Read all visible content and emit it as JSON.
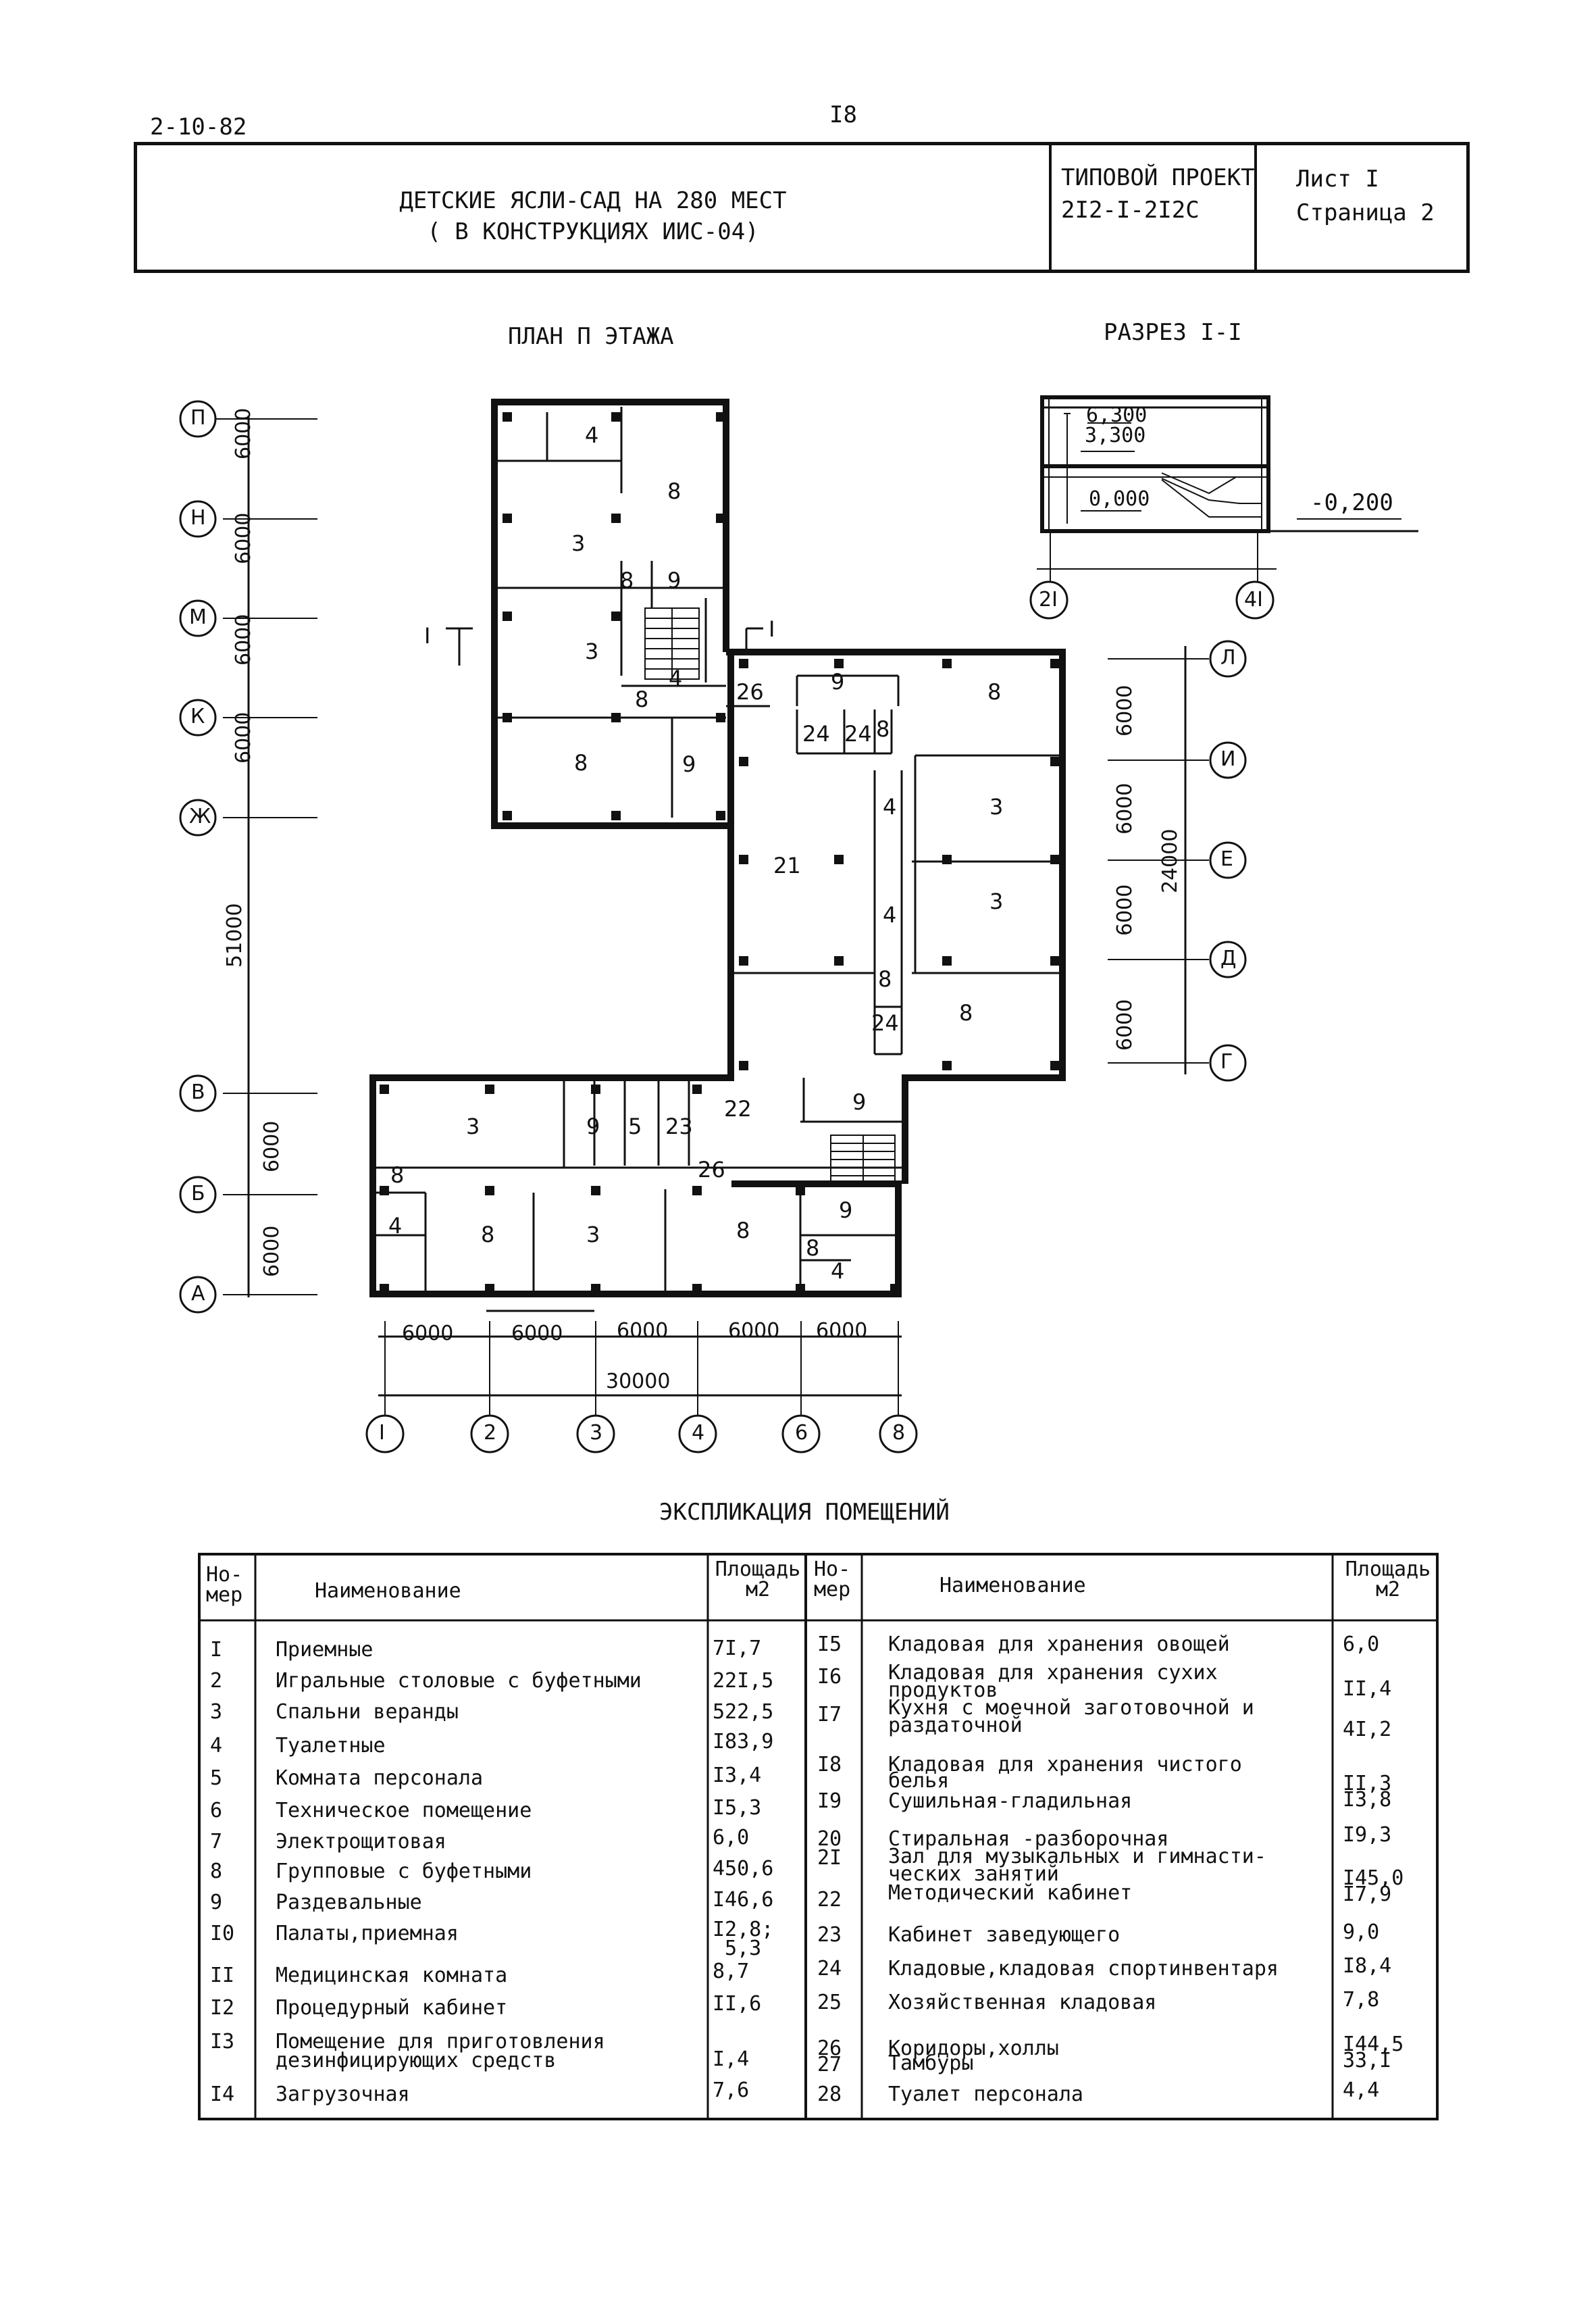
{
  "header": {
    "doc_code": "2-10-82",
    "page_number": "I8"
  },
  "title_block": {
    "title_line1": "ДЕТСКИЕ ЯСЛИ-САД НА 280 МЕСТ",
    "title_line2": "( В КОНСТРУКЦИЯХ ИИС-04)",
    "project_label": "ТИПОВОЙ ПРОЕКТ",
    "project_number": "2I2-I-2I2С",
    "sheet_label": "Лист I",
    "page_label": "Страница 2"
  },
  "plan": {
    "title": "ПЛАН П ЭТАЖА",
    "left_axes": [
      "П",
      "Н",
      "М",
      "К",
      "Ж",
      "В",
      "Б",
      "А"
    ],
    "right_axes": [
      "Л",
      "И",
      "Е",
      "Д",
      "Г"
    ],
    "bottom_axes": [
      "I",
      "2",
      "3",
      "4",
      "6",
      "8"
    ],
    "dims_left": [
      "6000",
      "6000",
      "6000",
      "6000",
      "51000",
      "6000",
      "6000"
    ],
    "dims_right": [
      "6000",
      "6000",
      "6000",
      "6000",
      "24000"
    ],
    "dims_bottom": [
      "6000",
      "6000",
      "6000",
      "6000",
      "6000",
      "30000"
    ],
    "section_mark": "I",
    "rooms": [
      "4",
      "8",
      "3",
      "8",
      "9",
      "3",
      "4",
      "8",
      "8",
      "9",
      "26",
      "9",
      "8",
      "24",
      "24",
      "8",
      "21",
      "4",
      "3",
      "3",
      "4",
      "8",
      "24",
      "8",
      "3",
      "9",
      "5",
      "23",
      "22",
      "9",
      "8",
      "26",
      "4",
      "8",
      "3",
      "8",
      "9",
      "8",
      "4"
    ]
  },
  "section": {
    "title": "РАЗРЕЗ I-I",
    "level_top": "6,300",
    "level_mid": "3,300",
    "level_zero": "0,000",
    "level_ground": "-0,200",
    "axis_a": "2I",
    "axis_b": "4I"
  },
  "explication": {
    "title": "ЭКСПЛИКАЦИЯ ПОМЕЩЕНИЙ",
    "headers": {
      "num_top": "Но-",
      "num_bottom": "мер",
      "name": "Наименование",
      "area_top": "Площадь",
      "area_bottom": "м2"
    },
    "left": [
      {
        "no": "I",
        "name": "Приемные",
        "area": "7I,7"
      },
      {
        "no": "2",
        "name": "Игральные столовые с буфетными",
        "area": "22I,5"
      },
      {
        "no": "3",
        "name": "Спальни веранды",
        "area": "522,5"
      },
      {
        "no": "4",
        "name": "Туалетные",
        "area": "I83,9"
      },
      {
        "no": "5",
        "name": "Комната персонала",
        "area": "I3,4"
      },
      {
        "no": "6",
        "name": "Техническое помещение",
        "area": "I5,3"
      },
      {
        "no": "7",
        "name": "Электрощитовая",
        "area": "6,0"
      },
      {
        "no": "8",
        "name": "Групповые с буфетными",
        "area": "450,6"
      },
      {
        "no": "9",
        "name": "Раздевальные",
        "area": "I46,6"
      },
      {
        "no": "I0",
        "name": "Палаты,приемная",
        "area": "I2,8;",
        "area2": "5,3"
      },
      {
        "no": "II",
        "name": "Медицинская комната",
        "area": "8,7"
      },
      {
        "no": "I2",
        "name": "Процедурный кабинет",
        "area": "II,6"
      },
      {
        "no": "I3",
        "name": "Помещение для приготовления",
        "name2": "дезинфицирующих средств",
        "area": "I,4"
      },
      {
        "no": "I4",
        "name": "Загрузочная",
        "area": "7,6"
      }
    ],
    "right": [
      {
        "no": "I5",
        "name": "Кладовая для хранения овощей",
        "area": "6,0"
      },
      {
        "no": "I6",
        "name": "Кладовая для хранения сухих",
        "name2": "продуктов",
        "area": "II,4"
      },
      {
        "no": "I7",
        "name": "Кухня с моечной заготовочной и",
        "name2": "раздаточной",
        "area": "4I,2"
      },
      {
        "no": "I8",
        "name": "Кладовая для хранения чистого",
        "name2": "белья",
        "area": "II,3"
      },
      {
        "no": "I9",
        "name": "Сушильная-гладильная",
        "area": "I3,8"
      },
      {
        "no": "20",
        "name": "Стиральная -разборочная",
        "area": "I9,3"
      },
      {
        "no": "2I",
        "name": "Зал для музыкальных и гимнасти-",
        "name2": "ческих занятий",
        "area": "I45,0"
      },
      {
        "no": "22",
        "name": "Методический кабинет",
        "area": "I7,9"
      },
      {
        "no": "23",
        "name": "Кабинет заведующего",
        "area": "9,0"
      },
      {
        "no": "24",
        "name": "Кладовые,кладовая спортинвентаря",
        "area": "I8,4"
      },
      {
        "no": "25",
        "name": "Хозяйственная кладовая",
        "area": "7,8"
      },
      {
        "no": "26",
        "name": "Коридоры,холлы",
        "area": "I44,5"
      },
      {
        "no": "27",
        "name": "Тамбуры",
        "area": "33,I"
      },
      {
        "no": "28",
        "name": "Туалет персонала",
        "area": "4,4"
      }
    ]
  }
}
